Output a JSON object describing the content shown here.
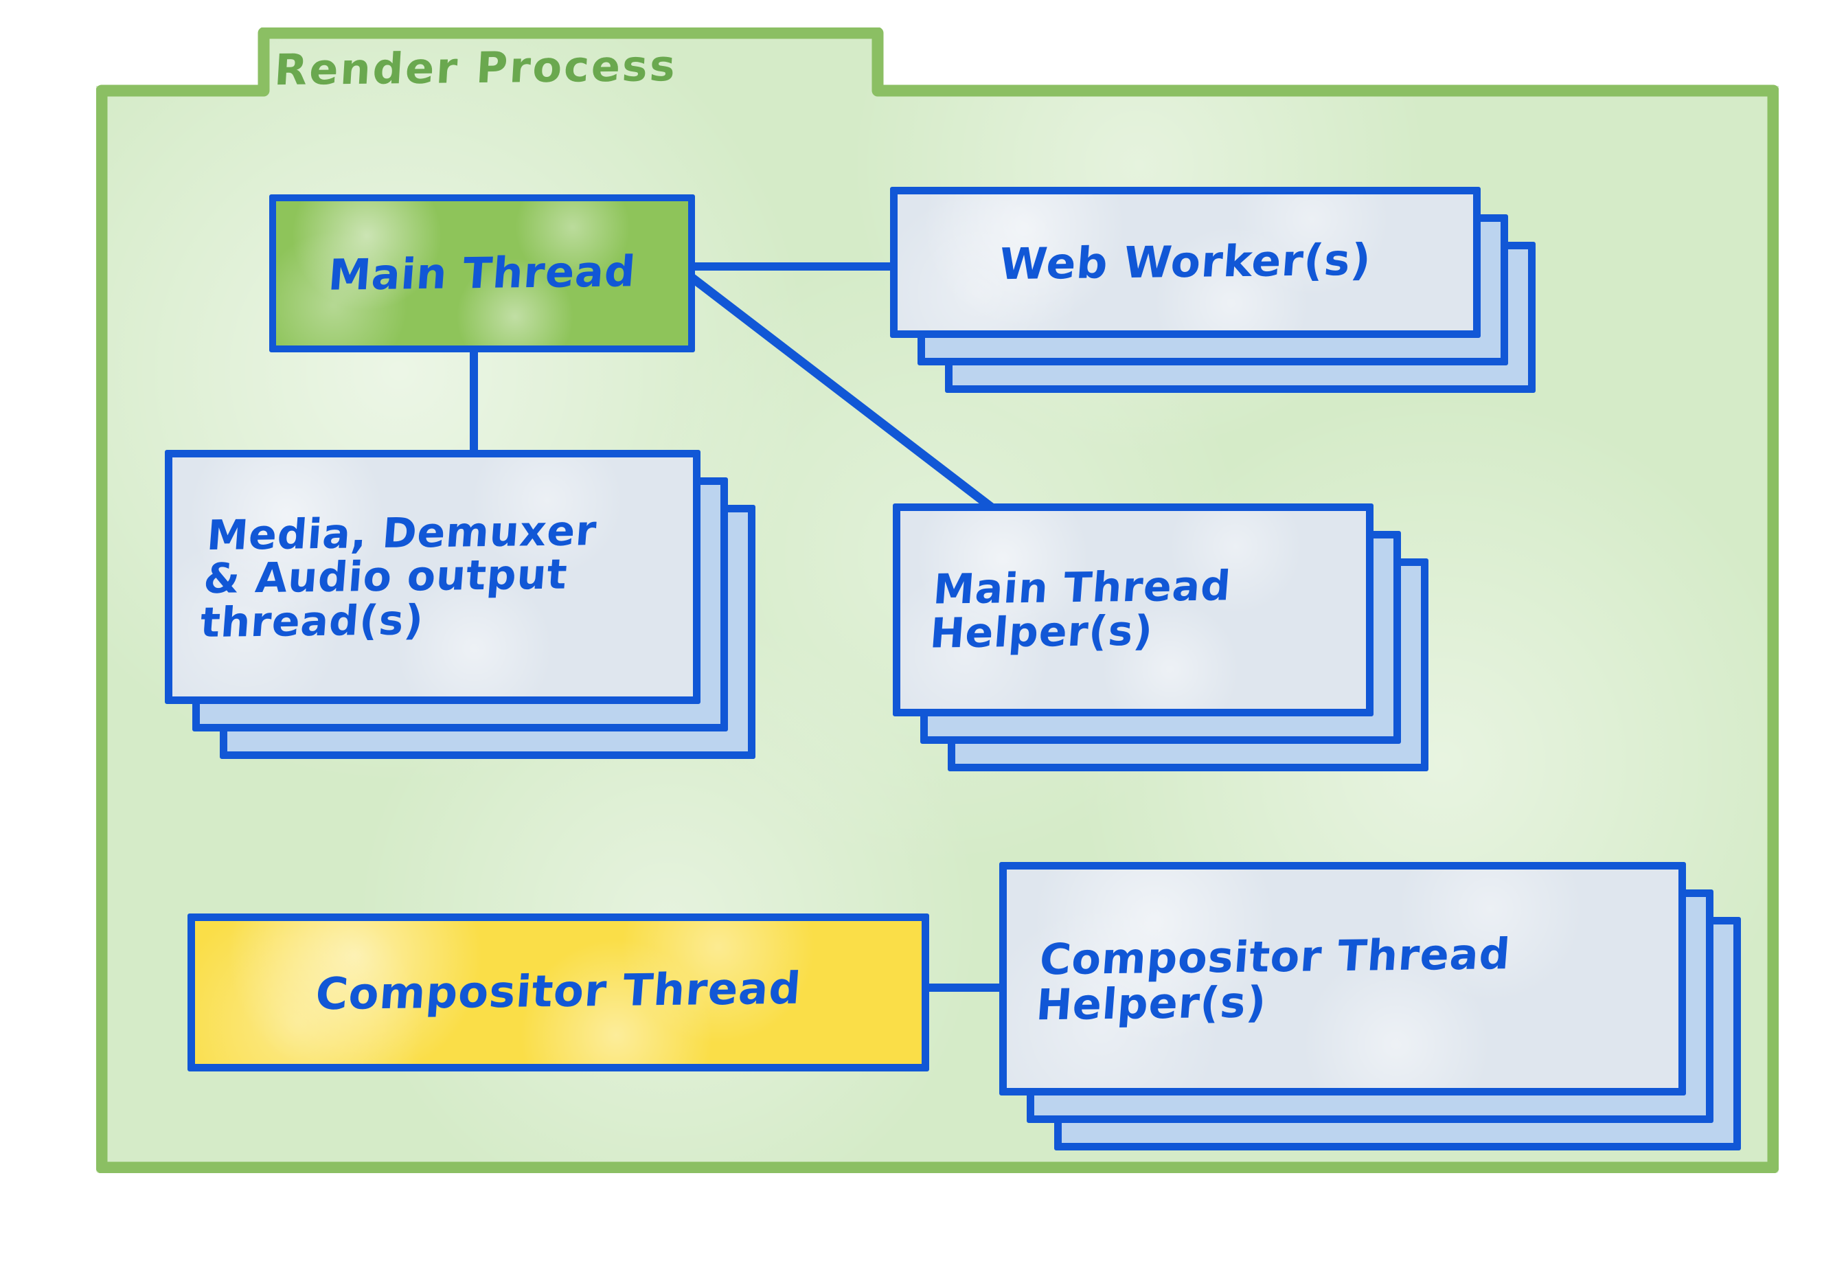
{
  "diagram": {
    "title": "Render Process",
    "type": "architecture-block-diagram",
    "colors": {
      "frame_border": "#8bbf63",
      "frame_fill": "#d5ebc8",
      "node_border": "#1157d6",
      "node_text": "#1157d6",
      "main_thread_fill": "#8ec45a",
      "compositor_thread_fill": "#fade48",
      "card_front_fill": "#dfe6ee",
      "card_back_fill": "#bcd4ef",
      "title_color": "#6aa84f"
    },
    "nodes": [
      {
        "id": "main-thread",
        "label": "Main Thread",
        "fill": "main_thread_fill",
        "stacked": false,
        "stack_count": 1
      },
      {
        "id": "web-workers",
        "label": "Web Worker(s)",
        "fill": "card_front_fill",
        "stacked": true,
        "stack_count": 3
      },
      {
        "id": "media-demuxer-audio",
        "label": "Media, Demuxer\n& Audio output\n   thread(s)",
        "fill": "card_front_fill",
        "stacked": true,
        "stack_count": 3
      },
      {
        "id": "main-thread-helpers",
        "label": "Main Thread\n Helper(s)",
        "fill": "card_front_fill",
        "stacked": true,
        "stack_count": 3
      },
      {
        "id": "compositor-thread",
        "label": "Compositor Thread",
        "fill": "compositor_thread_fill",
        "stacked": false,
        "stack_count": 1
      },
      {
        "id": "compositor-thread-helpers",
        "label": "Compositor Thread\n   Helper(s)",
        "fill": "card_front_fill",
        "stacked": true,
        "stack_count": 3
      }
    ],
    "edges": [
      {
        "from": "main-thread",
        "to": "web-workers",
        "style": "horizontal"
      },
      {
        "from": "main-thread",
        "to": "media-demuxer-audio",
        "style": "vertical"
      },
      {
        "from": "main-thread",
        "to": "main-thread-helpers",
        "style": "diagonal"
      },
      {
        "from": "compositor-thread",
        "to": "compositor-thread-helpers",
        "style": "horizontal"
      }
    ]
  }
}
